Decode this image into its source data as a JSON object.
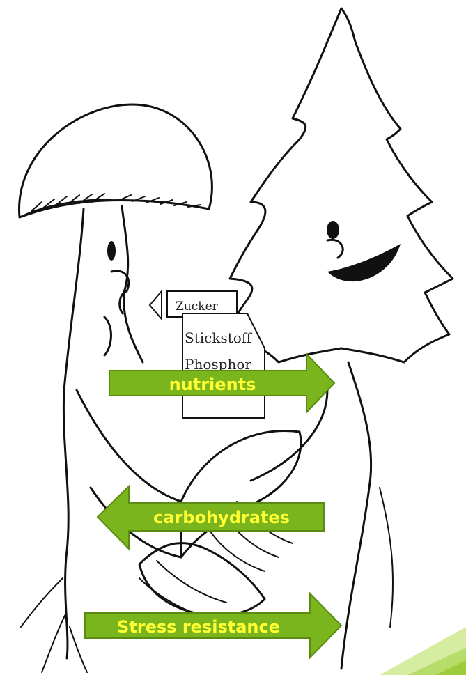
{
  "notes": {
    "sugar": "Zucker",
    "nitrogen": "Stickstoff",
    "phosphorus": "Phosphor"
  },
  "arrows": {
    "nutrients": "nutrients",
    "carbohydrates": "carbohydrates",
    "stress": "Stress resistance"
  },
  "colors": {
    "arrow_fill": "#7ab51d",
    "arrow_stroke": "#5b8c12",
    "label_text": "#ffff33",
    "corner_light": "#d6eca0",
    "corner_mid": "#9ccc3c"
  }
}
